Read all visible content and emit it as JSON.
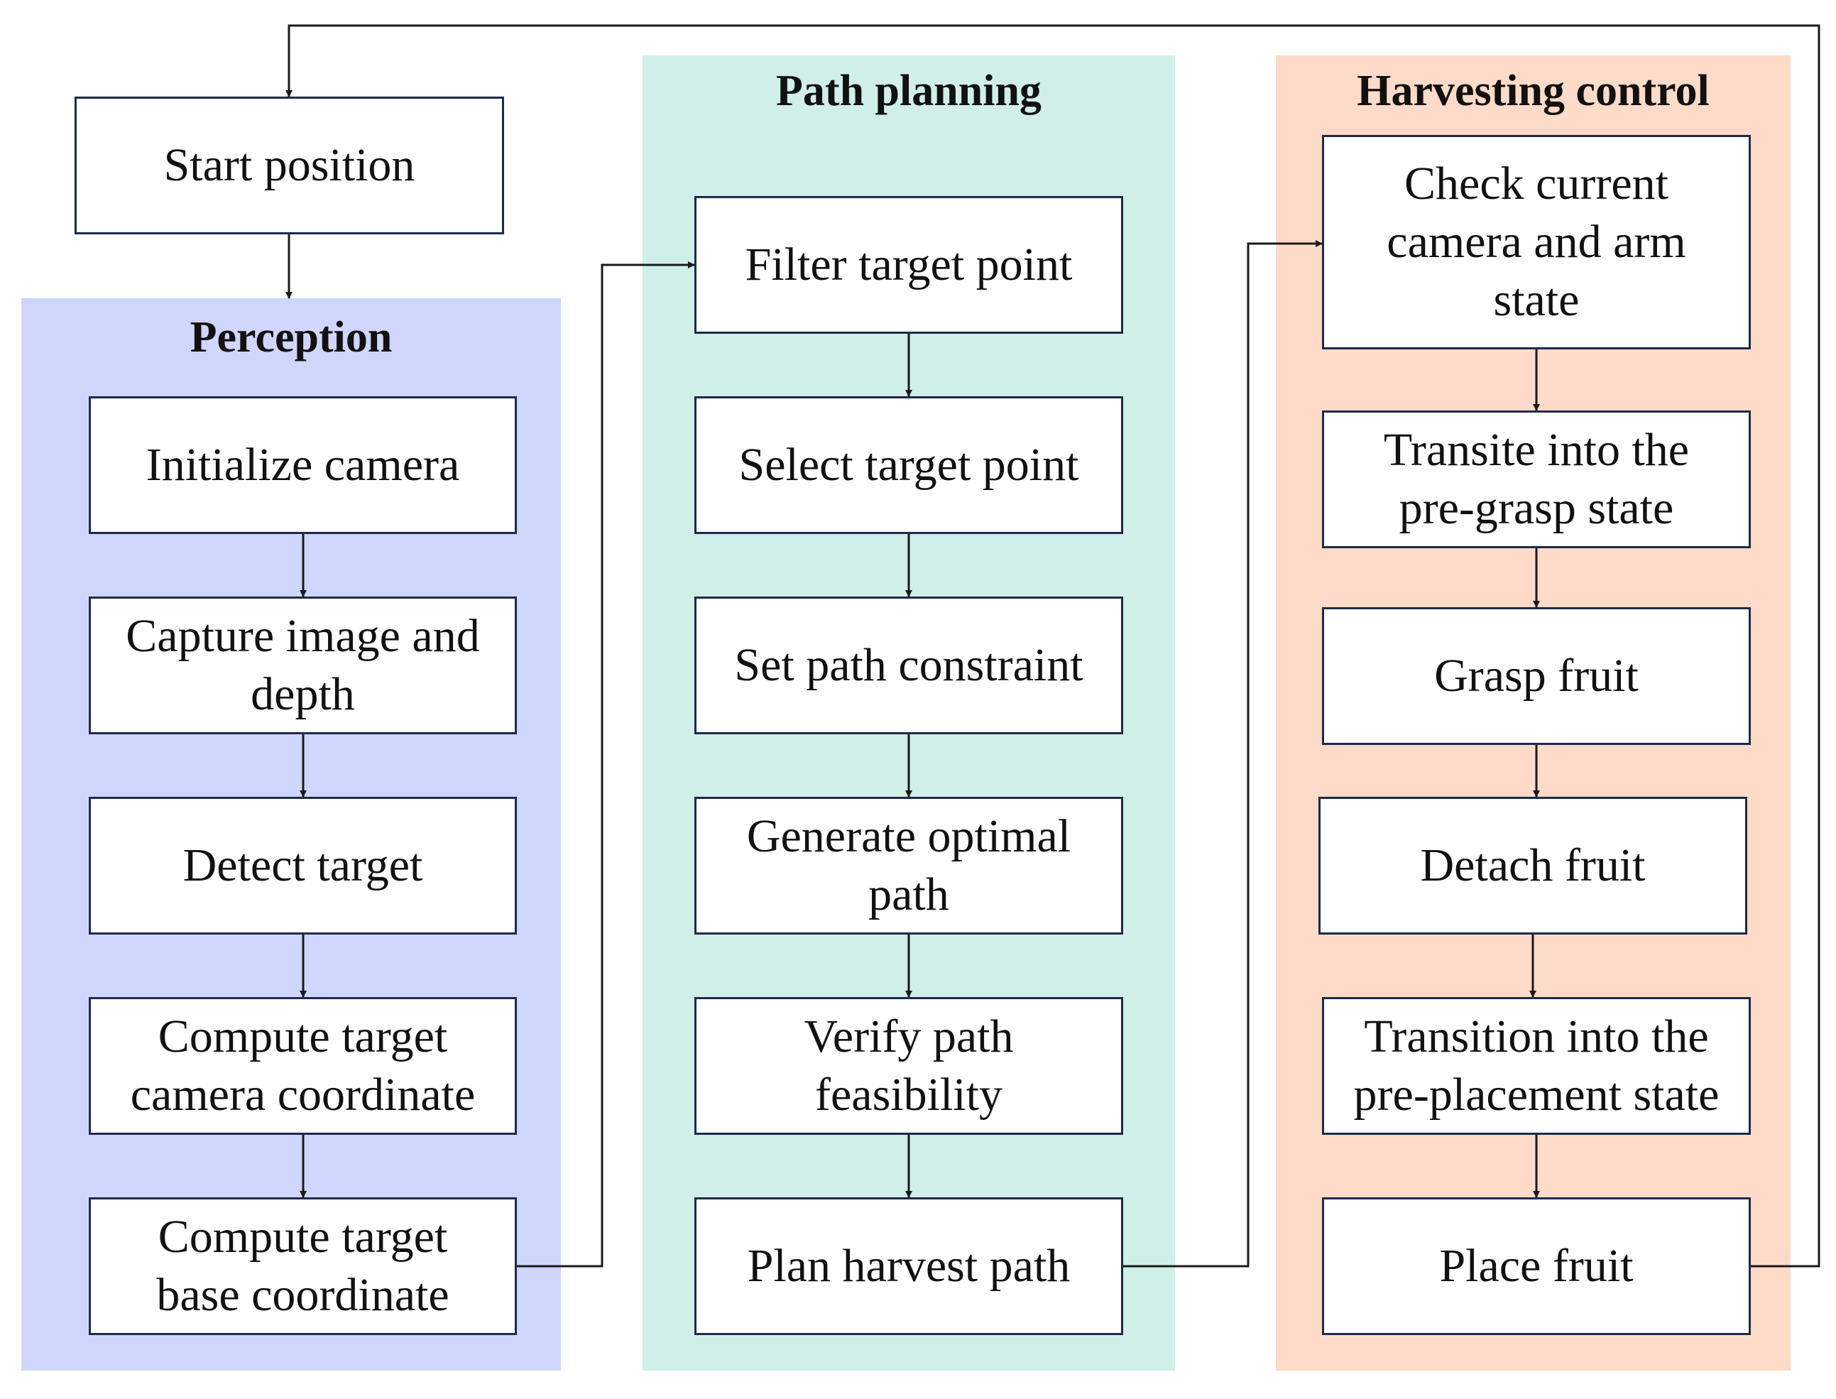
{
  "colors": {
    "perception": "#d0d6fb",
    "path_planning": "#d0efe8",
    "harvesting_control": "#fddbc8",
    "box_border": "#1e2a4a",
    "arrow": "#1a1a1a"
  },
  "start": {
    "label": "Start position"
  },
  "perception": {
    "title": "Perception",
    "steps": [
      "Initialize camera",
      "Capture image and\ndepth",
      "Detect target",
      "Compute target\ncamera coordinate",
      "Compute target\nbase coordinate"
    ]
  },
  "path_planning": {
    "title": "Path planning",
    "steps": [
      "Filter target point",
      "Select target point",
      "Set path constraint",
      "Generate optimal\npath",
      "Verify path\nfeasibility",
      "Plan harvest path"
    ]
  },
  "harvesting_control": {
    "title": "Harvesting control",
    "steps": [
      "Check  current\ncamera and arm\nstate",
      "Transite into the\npre-grasp state",
      "Grasp fruit",
      "Detach fruit",
      "Transition into the\npre-placement state",
      "Place fruit"
    ]
  }
}
